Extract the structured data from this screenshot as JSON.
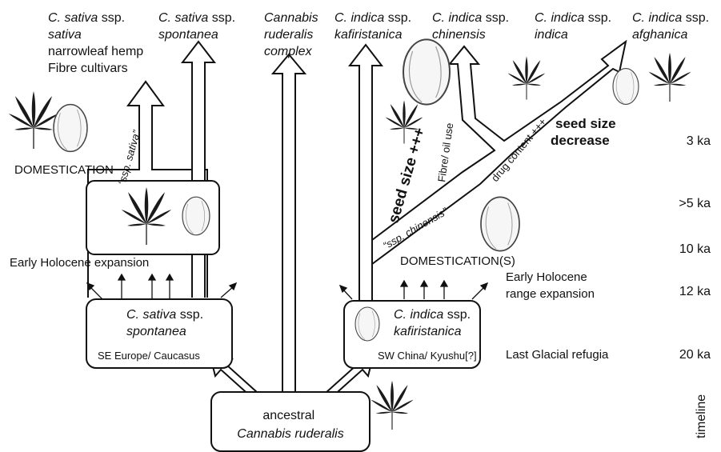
{
  "taxa": {
    "sativa_top": [
      "C. sativa",
      " ssp.",
      "sativa",
      "narrowleaf hemp",
      "Fibre cultivars"
    ],
    "spontanea_top": [
      "C. sativa",
      " ssp.",
      "spontanea"
    ],
    "ruderalis_top": [
      "Cannabis",
      "ruderalis",
      "complex"
    ],
    "kafiristanica_top": [
      "C. indica",
      " ssp.",
      "kafiristanica"
    ],
    "chinensis_top": [
      "C. indica",
      " ssp.",
      "chinensis"
    ],
    "indica_top": [
      "C. indica",
      " ssp.",
      "indica"
    ],
    "afghanica_top": [
      "C. indica",
      " ssp.",
      "afghanica"
    ]
  },
  "boxes": {
    "sativa_spontanea": [
      "C. sativa",
      " ssp.",
      "spontanea"
    ],
    "sativa_region": "SE Europe/ Caucasus",
    "indica_kafiristanica": [
      "C. indica",
      " ssp.",
      "kafiristanica"
    ],
    "indica_region": "SW China/ Kyushu[?]",
    "ancestral": [
      "ancestral",
      "Cannabis ruderalis"
    ]
  },
  "labels": {
    "domestication_left": "DOMESTICATION",
    "ssp_sativa": "“ssp. sativa”",
    "early_holocene_left": "Early Holocene expansion",
    "ssp_chinensis": "“ssp. chinensis”",
    "fibre_oil": "Fibre/ oil use",
    "drug_content": "drug content +++",
    "seed_size_plus": "seed size +++",
    "seed_size_decrease": [
      "seed size",
      "decrease"
    ],
    "domestication_right": "DOMESTICATION(S)",
    "early_holocene_right": [
      "Early Holocene",
      "range expansion"
    ],
    "glacial_refugia": "Last Glacial refugia"
  },
  "timeline": {
    "label": "timeline",
    "ticks": [
      "3 ka",
      ">5 ka",
      "10 ka",
      "12 ka",
      "20 ka"
    ]
  },
  "icons": [
    "cannabis-leaf-icon",
    "seed-icon",
    "expansion-arrow-icon"
  ],
  "colors": {
    "stroke": "#111111",
    "fill": "#ffffff",
    "leaf": "#1a1a1a"
  }
}
